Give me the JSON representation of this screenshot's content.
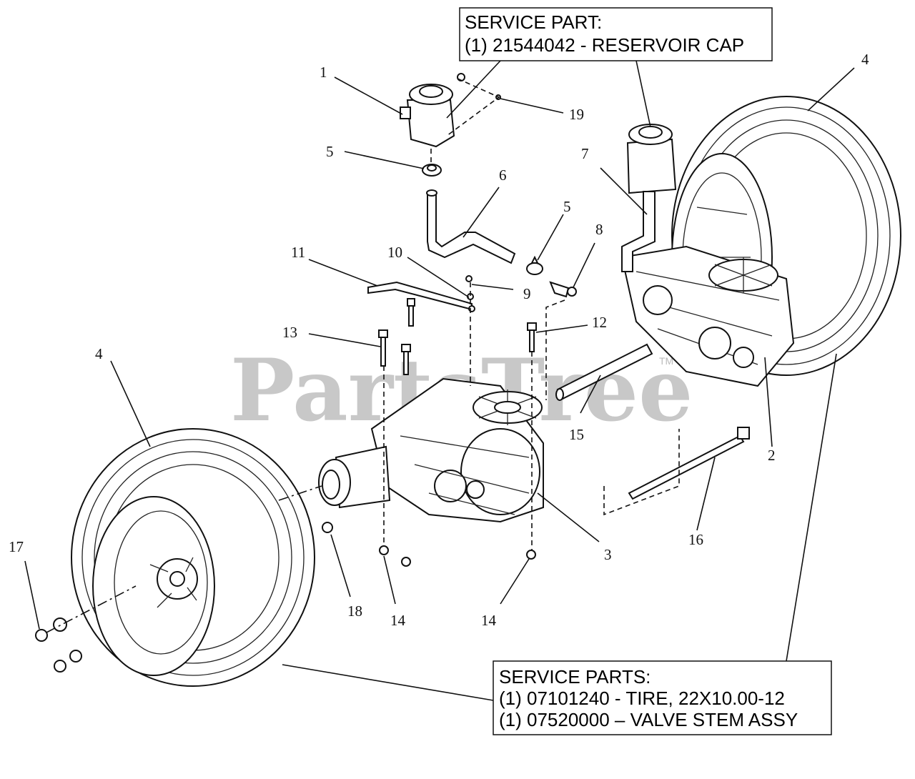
{
  "service_boxes": {
    "reservoir": {
      "line1": "SERVICE PART:",
      "line2": "(1) 21544042 - RESERVOIR CAP"
    },
    "tire": {
      "line1": "SERVICE PARTS:",
      "line2": "(1) 07101240 - TIRE, 22X10.00-12",
      "line3": "(1) 07520000 – VALVE STEM ASSY"
    }
  },
  "watermark": {
    "text": "PartsTree",
    "tm": "TM"
  },
  "callouts": {
    "c1": "1",
    "c2": "2",
    "c3": "3",
    "c4_right": "4",
    "c4_left": "4",
    "c5_top": "5",
    "c5_mid": "5",
    "c6": "6",
    "c7": "7",
    "c8": "8",
    "c9": "9",
    "c10": "10",
    "c11": "11",
    "c12": "12",
    "c13": "13",
    "c14_left": "14",
    "c14_right": "14",
    "c15": "15",
    "c16": "16",
    "c17": "17",
    "c18": "18",
    "c19": "19"
  }
}
